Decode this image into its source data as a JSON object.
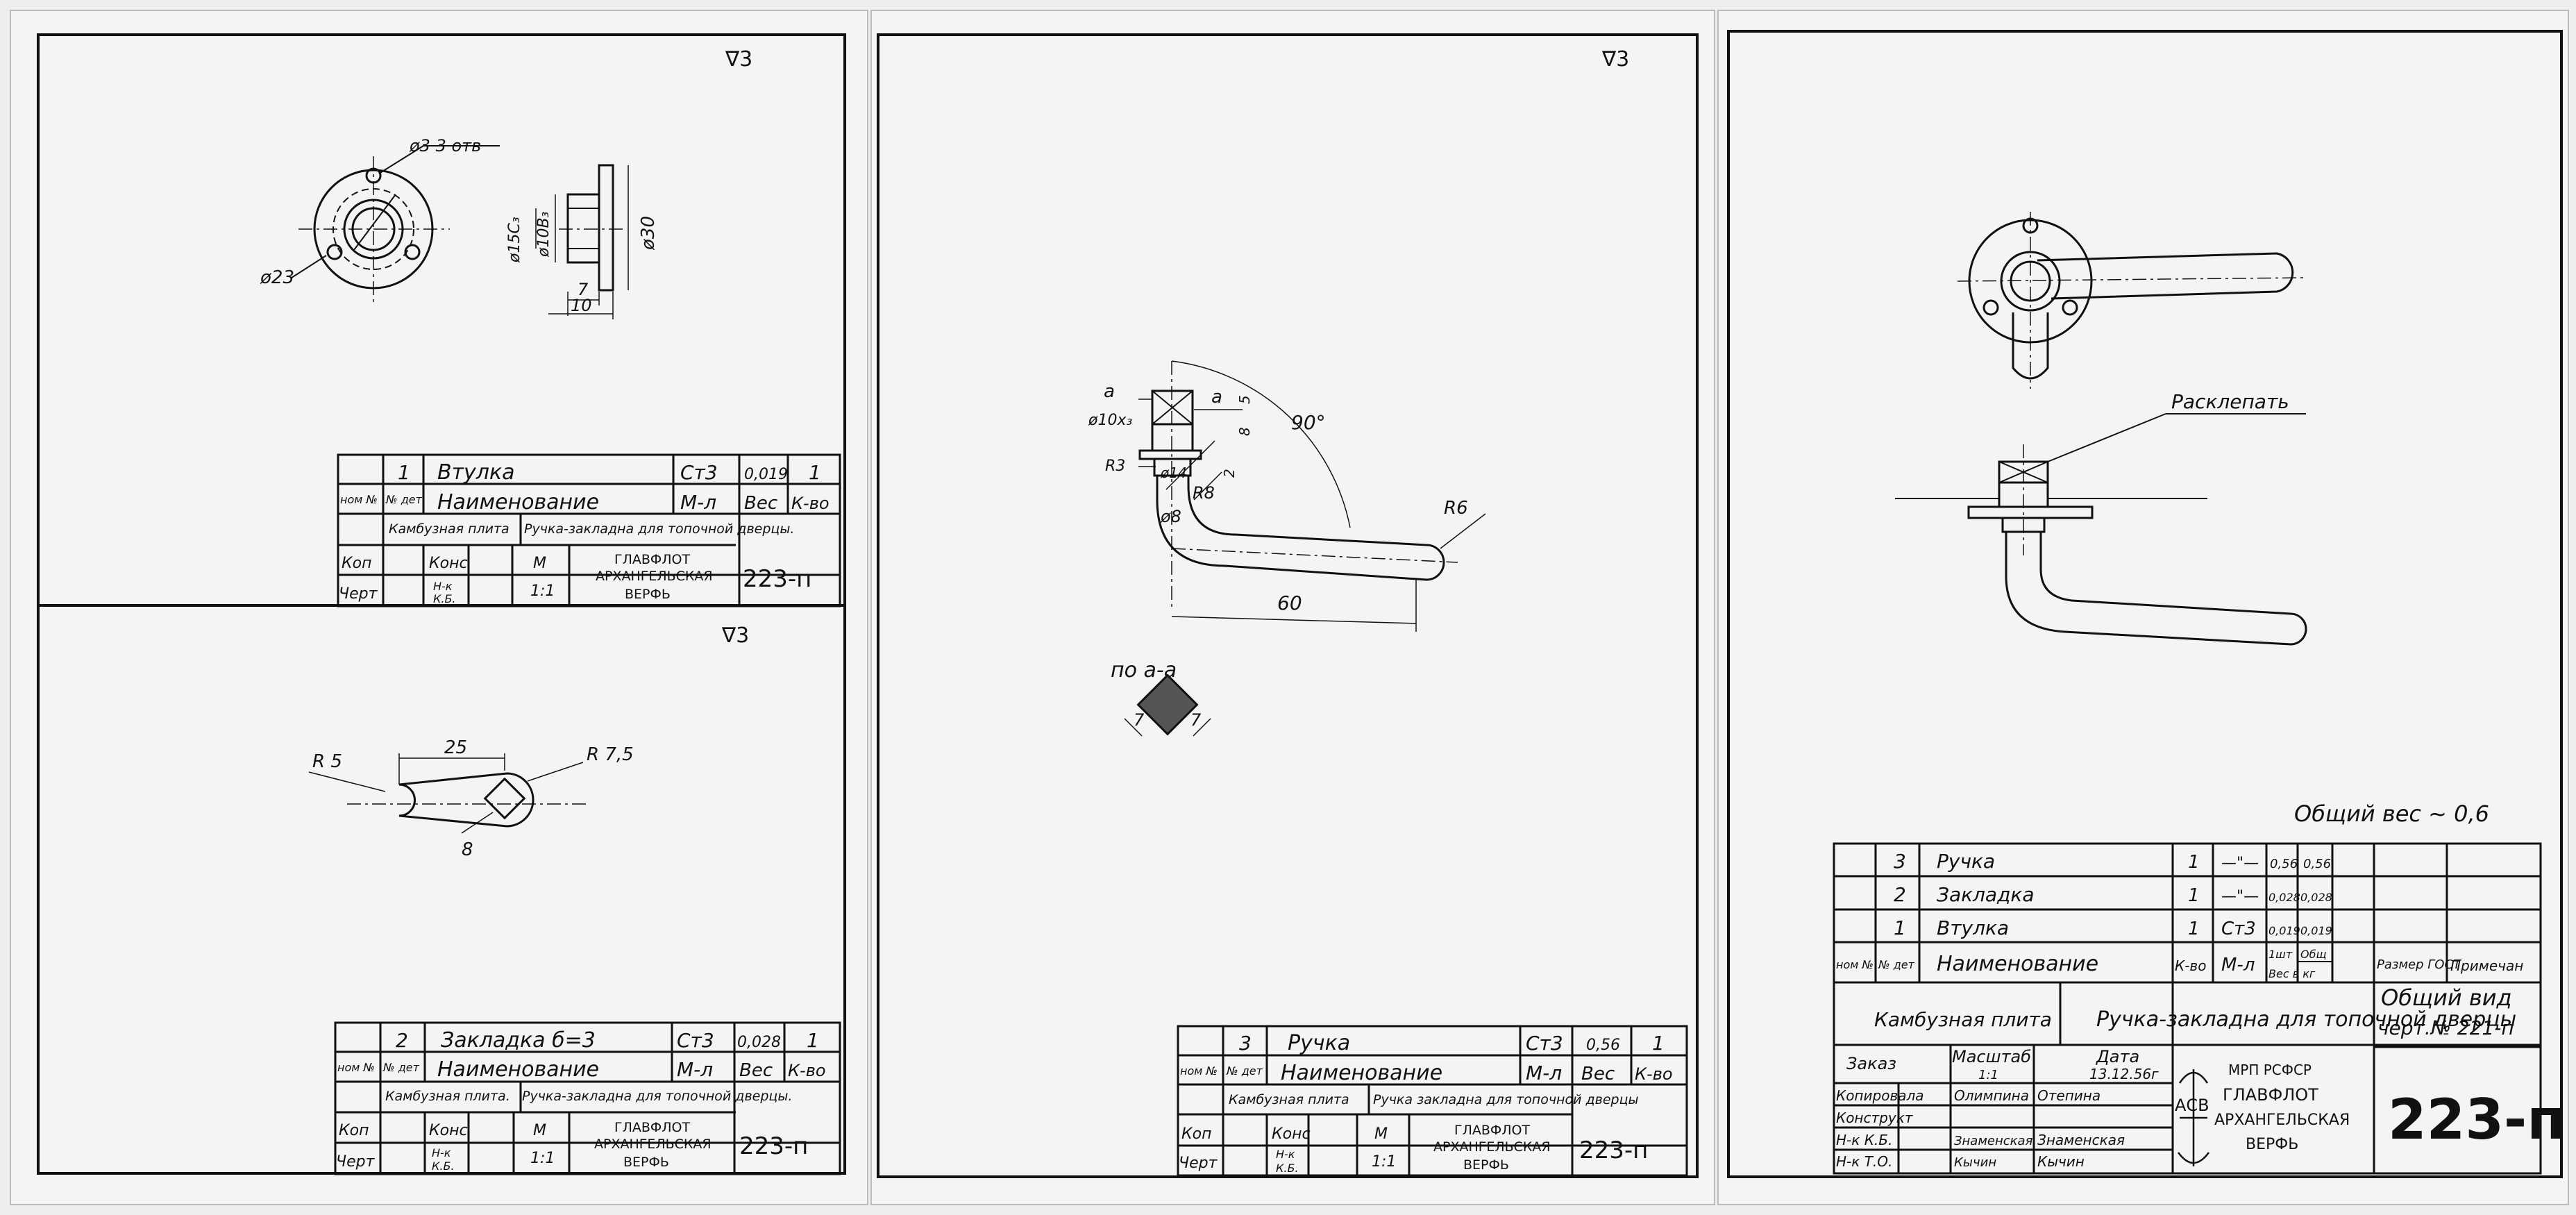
{
  "colors": {
    "paper": "#f4f4f4",
    "ink": "#111111",
    "faint": "#9a9a9a"
  },
  "sheet1": {
    "roughness": "∇3",
    "bushing": {
      "hole_dim": "ø3  3 отв",
      "dia_outer": "ø23",
      "dia15": "ø15С₃",
      "dia10": "ø10В₃",
      "dia30": "ø30",
      "len7": "7",
      "len10": "10"
    },
    "tb1": {
      "row_num": "1",
      "row_name": "Втулка",
      "row_mat": "Ст3",
      "row_weight": "0,019",
      "row_qty": "1",
      "h_nom": "ном №",
      "h_det": "№ дет",
      "h_name": "Наименование",
      "h_mat": "М-л",
      "h_weight": "Вес",
      "h_qty": "К-во",
      "proj1": "Камбузная плита",
      "proj2": "Ручка-закладна для топочной дверцы.",
      "kop": "Коп",
      "cherk": "Черт",
      "kons": "Конс",
      "nk": "Н-к",
      "kb": "К.Б.",
      "scale_m": "М",
      "scale": "1:1",
      "org1": "ГЛАВФЛОТ",
      "org2": "АРХАНГЕЛЬСКАЯ",
      "org3": "ВЕРФЬ",
      "drawing_no": "223-п"
    },
    "roughness2": "∇3",
    "latch": {
      "r5": "R 5",
      "r75": "R 7,5",
      "len25": "25",
      "len8": "8"
    },
    "tb2": {
      "row_num": "2",
      "row_name": "Закладка б=3",
      "row_mat": "Ст3",
      "row_weight": "0,028",
      "row_qty": "1",
      "h_nom": "ном №",
      "h_det": "№ дет",
      "h_name": "Наименование",
      "h_mat": "М-л",
      "h_weight": "Вес",
      "h_qty": "К-во",
      "proj1": "Камбузная плита.",
      "proj2": "Ручка-закладна для топочной дверцы.",
      "kop": "Коп",
      "cherk": "Черт",
      "kons": "Конс",
      "nk": "Н-к",
      "kb": "К.Б.",
      "scale_m": "М",
      "scale": "1:1",
      "org1": "ГЛАВФЛОТ",
      "org2": "АРХАНГЕЛЬСКАЯ",
      "org3": "ВЕРФЬ",
      "drawing_no": "223-п"
    }
  },
  "sheet2": {
    "roughness": "∇3",
    "handle": {
      "a1": "а",
      "a2": "а",
      "phi10": "ø10х₃",
      "phi14": "ø14",
      "r3": "R3",
      "r8": "R8",
      "phi8": "ø8",
      "angle": "90°",
      "r6": "R6",
      "len60": "60",
      "d5": "5",
      "d8": "8",
      "d2": "2"
    },
    "section": {
      "label": "по а-а",
      "d7a": "7",
      "d7b": "7"
    },
    "tb": {
      "row_num": "3",
      "row_name": "Ручка",
      "row_mat": "Ст3",
      "row_weight": "0,56",
      "row_qty": "1",
      "h_nom": "ном №",
      "h_det": "№ дет",
      "h_name": "Наименование",
      "h_mat": "М-л",
      "h_weight": "Вес",
      "h_qty": "К-во",
      "proj1": "Камбузная плита",
      "proj2": "Ручка закладна для топочной дверцы",
      "kop": "Коп",
      "cherk": "Черт",
      "kons": "Конс",
      "nk": "Н-к",
      "kb": "К.Б.",
      "scale_m": "М",
      "scale": "1:1",
      "org1": "ГЛАВФЛОТ",
      "org2": "АРХАНГЕЛЬСКАЯ",
      "org3": "ВЕРФЬ",
      "drawing_no": "223-п"
    }
  },
  "sheet3": {
    "rivet_note": "Расклепать",
    "total_weight_note": "Общий вес ~ 0,6",
    "parts": [
      {
        "num": "3",
        "name": "Ручка",
        "qty": "1",
        "mat": "—\"—",
        "w1": "0,56",
        "w2": "0,56"
      },
      {
        "num": "2",
        "name": "Закладка",
        "qty": "1",
        "mat": "—\"—",
        "w1": "0,028",
        "w2": "0,028"
      },
      {
        "num": "1",
        "name": "Втулка",
        "qty": "1",
        "mat": "Ст3",
        "w1": "0,019",
        "w2": "0,019"
      }
    ],
    "hdr": {
      "nom": "ном №",
      "det": "№ дет",
      "name": "Наименование",
      "qty": "К-во",
      "mat": "М-л",
      "w1": "1шт",
      "w2": "Общ",
      "wl": "Вес в кг",
      "gost": "Размер ГОСТ",
      "note": "Примечан"
    },
    "proj1": "Камбузная плита",
    "proj2": "Ручка-закладна для топочной дверцы",
    "view1": "Общий вид",
    "view2": "черт.№ 221-п",
    "zakaz": "Заказ",
    "masshtab": "Масштаб",
    "scale": "1:1",
    "data": "Дата",
    "date": "13.12.56г",
    "rows": [
      {
        "role": "Копировала",
        "person": "Олимпина",
        "sign": "Отепина"
      },
      {
        "role": "Конструкт",
        "person": "",
        "sign": ""
      },
      {
        "role": "Н-к   К.Б.",
        "person": "Знаменская",
        "sign": "Знаменская"
      },
      {
        "role": "Н-к   Т.О.",
        "person": "Кычин",
        "sign": "Кычин"
      }
    ],
    "org0": "МРП РСФСР",
    "org1": "ГЛАВФЛОТ",
    "org2": "АРХАНГЕЛЬСКАЯ",
    "org3": "ВЕРФЬ",
    "logo": "АСВ",
    "drawing_no": "223-п"
  }
}
